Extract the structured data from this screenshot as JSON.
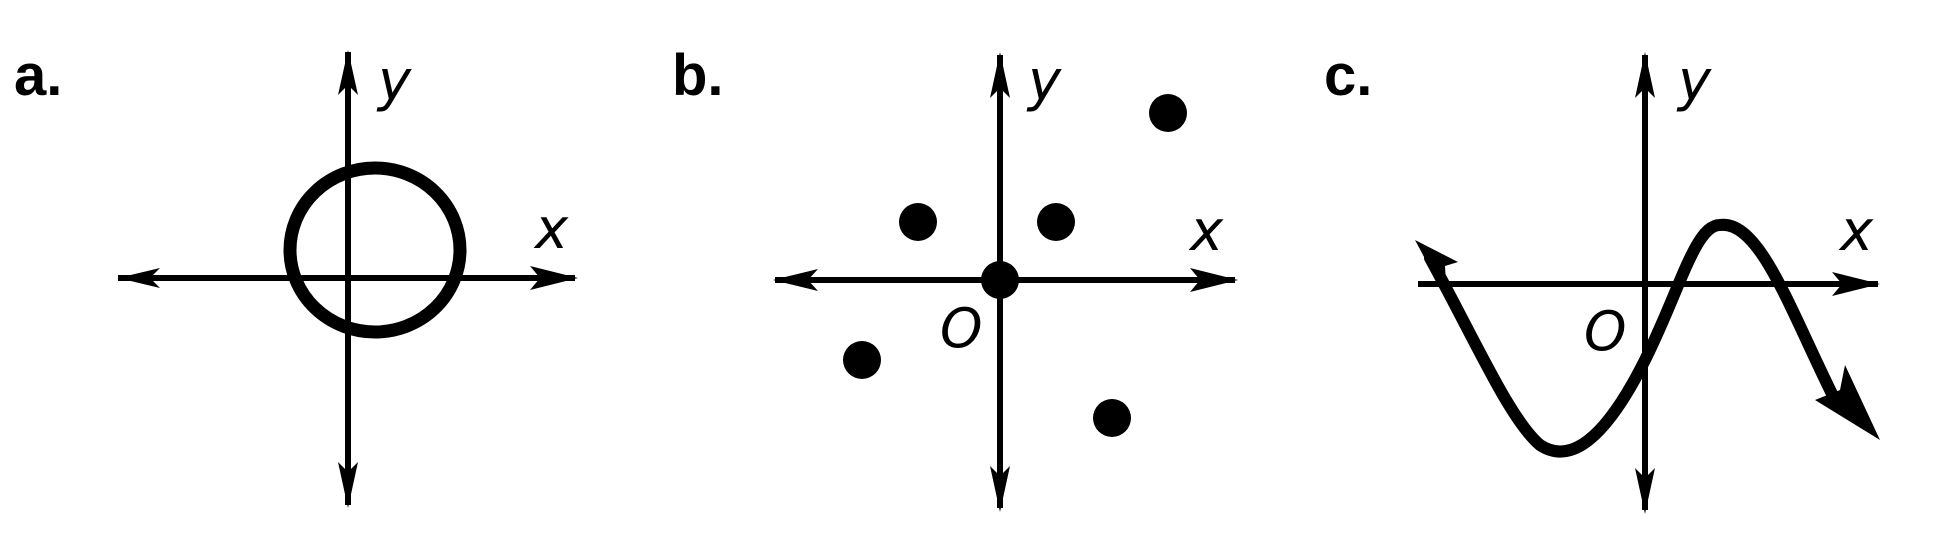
{
  "panels": [
    {
      "label": "a.",
      "x_axis_label": "x",
      "y_axis_label": "y",
      "origin_label": "",
      "shape": "circle"
    },
    {
      "label": "b.",
      "x_axis_label": "x",
      "y_axis_label": "y",
      "origin_label": "O",
      "shape": "scatter-points"
    },
    {
      "label": "c.",
      "x_axis_label": "x",
      "y_axis_label": "y",
      "origin_label": "O",
      "shape": "wave-curve"
    }
  ],
  "colors": {
    "ink": "#000000",
    "background": "#ffffff"
  }
}
